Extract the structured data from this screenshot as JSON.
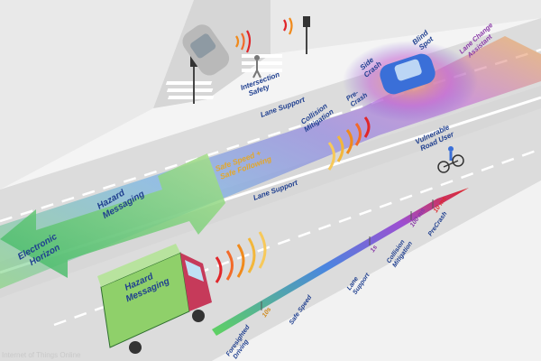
{
  "labels": {
    "intersection_safety_1": "Intersection",
    "intersection_safety_2": "Safety",
    "lane_support_top": "Lane Support",
    "collision_mitigation_1": "Collision",
    "collision_mitigation_2": "Mitigation",
    "pre_crash": "Pre-",
    "pre_crash_2": "Crash",
    "side_crash_1": "Side",
    "side_crash_2": "Crash",
    "blind_spot_1": "Blind",
    "blind_spot_2": "Spot",
    "lane_change_1": "Lane Change",
    "lane_change_2": "Assistant",
    "safe_speed_1": "Safe Speed +",
    "safe_speed_2": "Safe Following",
    "lane_support_bottom": "Lane Support",
    "vulnerable_1": "Vulnerable",
    "vulnerable_2": "Road User",
    "hazard_arrow_1": "Hazard",
    "hazard_arrow_2": "Messaging",
    "electronic_horizon_1": "Electronic",
    "electronic_horizon_2": "Horizon",
    "truck_1": "Hazard",
    "truck_2": "Messaging"
  },
  "timeline": {
    "ticks": [
      "10s",
      "1s",
      "100 ms",
      "10 ms"
    ],
    "stages": [
      {
        "line1": "Foresighted",
        "line2": "Driving"
      },
      {
        "line1": "Safe Speed",
        "line2": ""
      },
      {
        "line1": "Lane",
        "line2": "Support"
      },
      {
        "line1": "Collision",
        "line2": "Mitigation"
      },
      {
        "line1": "PreCrash",
        "line2": ""
      }
    ]
  },
  "watermark": "Internet of Things Online",
  "colors": {
    "road": "#dcdcdc",
    "sidewalk": "#eeeeee",
    "label_navy": "#1f3f8f",
    "label_yellow": "#e3a72a",
    "gradient_green": "#6fcf6f",
    "gradient_blue": "#3b7bd8",
    "gradient_purple": "#8a4fc9",
    "gradient_orange": "#f08a1c",
    "gradient_red": "#e0262a"
  }
}
